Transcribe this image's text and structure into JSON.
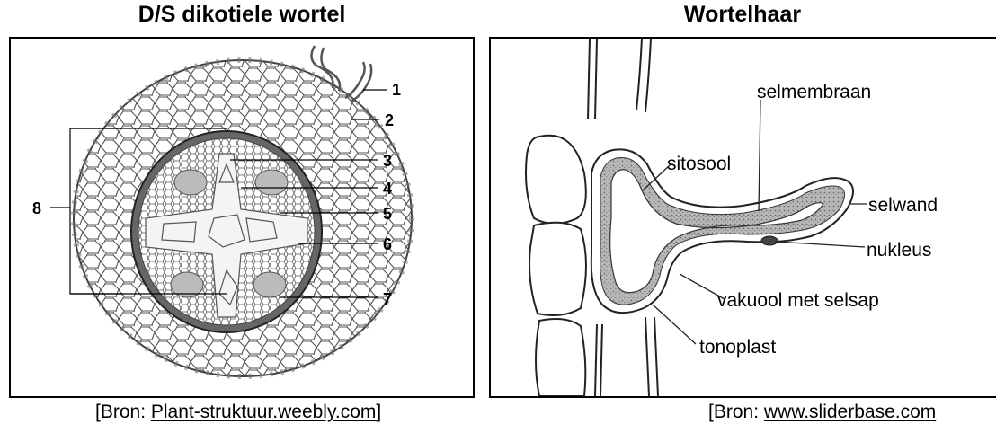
{
  "left": {
    "title": "D/S dikotiele wortel",
    "labels": [
      "1",
      "2",
      "3",
      "4",
      "5",
      "6",
      "7",
      "8"
    ],
    "source_prefix": "[Bron: ",
    "source_link": "Plant-struktuur.weebly.com",
    "source_suffix": "]"
  },
  "right": {
    "title": "Wortelhaar",
    "labels": {
      "membrane": "selmembraan",
      "cytosol": "sitosool",
      "wall": "selwand",
      "nucleus": "nukleus",
      "vacuole": "vakuool met selsap",
      "tonoplast": "tonoplast"
    },
    "source_prefix": "[Bron: ",
    "source_link": "www.sliderbase.com"
  }
}
